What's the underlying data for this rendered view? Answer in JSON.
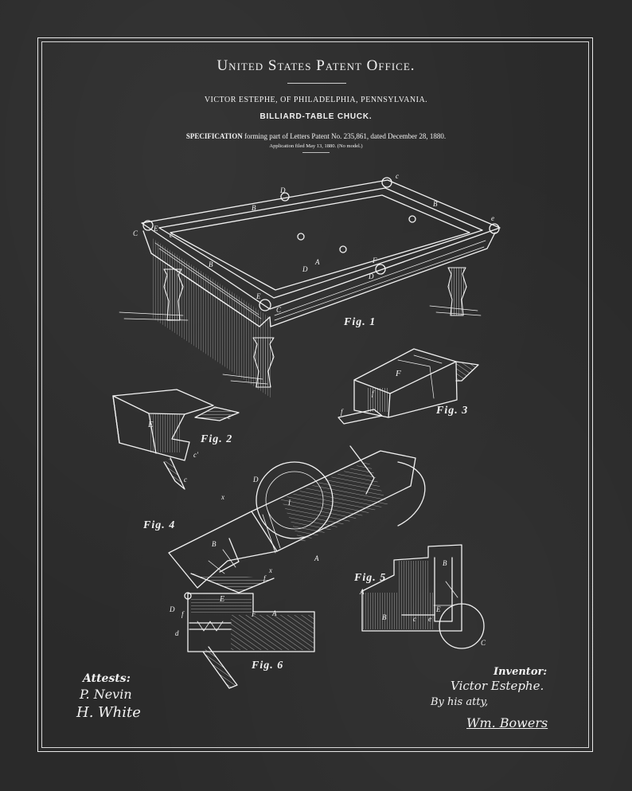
{
  "header": {
    "title": "United States Patent Office.",
    "inventor_line": "VICTOR ESTEPHE, OF PHILADELPHIA, PENNSYLVANIA.",
    "subject": "BILLIARD-TABLE CHUCK.",
    "spec_prefix": "SPECIFICATION",
    "spec_text": "forming part of Letters Patent No. 235,861, dated December 28, 1880.",
    "filed": "Application filed May 13, 1880.   (No model.)"
  },
  "figures": {
    "fig1": "Fig. 1",
    "fig2": "Fig. 2",
    "fig3": "Fig. 3",
    "fig4": "Fig. 4",
    "fig5": "Fig. 5",
    "fig6": "Fig. 6"
  },
  "reference_letters": {
    "fig1": [
      "D",
      "B",
      "C",
      "B",
      "A",
      "D",
      "E",
      "E",
      "D",
      "F",
      "C",
      "e",
      "c",
      "c",
      "B"
    ],
    "fig2": [
      "E",
      "e",
      "c'",
      "c"
    ],
    "fig3": [
      "F",
      "f",
      "f"
    ],
    "fig4": [
      "D",
      "x",
      "I",
      "B",
      "A",
      "f",
      "x"
    ],
    "fig5": [
      "B",
      "A",
      "E",
      "B",
      "c",
      "e",
      "C"
    ],
    "fig6": [
      "E",
      "D",
      "f",
      "F",
      "A",
      "d"
    ]
  },
  "signatures": {
    "attest_label": "Attests:",
    "witness1": "P. Nevin",
    "witness2": "H. White",
    "inventor_label": "Inventor:",
    "inventor_name": "Victor Estephe.",
    "by_attorney": "By his atty,",
    "attorney": "Wm. Bowers"
  },
  "colors": {
    "background": "#2a2a2a",
    "ink": "#f2f2f2"
  }
}
